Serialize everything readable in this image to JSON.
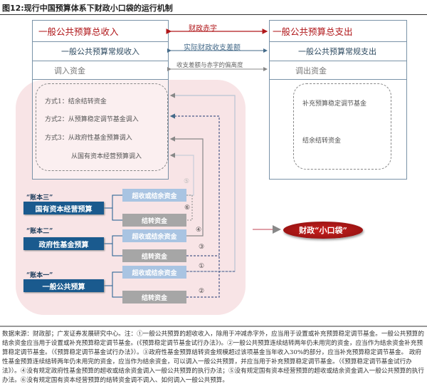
{
  "title": "图12:现行中国预算体系下财政小口袋的运行机制",
  "left_box": {
    "total": "一般公共预算总收入",
    "regular": "一般公共预算常规收入",
    "transfer": "调入资金",
    "modes": [
      "方式1：结余结转资金",
      "方式2：从预算稳定调节基金调入",
      "方式3：从政府性基金预算调入",
      "从国有资本经营预算调入"
    ]
  },
  "right_box": {
    "total": "一般公共预算总支出",
    "regular": "一般公共预算常规支出",
    "transfer": "调出资金",
    "items": [
      "补充预算稳定调节基金",
      "结余结转资金"
    ]
  },
  "middle": {
    "deficit": "财政赤字",
    "gap": "实际财政收支差额",
    "deviation": "收支差额与赤字的偏离度"
  },
  "accounts": [
    {
      "tag": "“账本三”",
      "name": "国有资本经营预算",
      "surplus": "超收或结余资金",
      "carry": "结转资金"
    },
    {
      "tag": "“账本二”",
      "name": "政府性基金预算",
      "surplus": "超收或结余资金",
      "carry": "结转资金"
    },
    {
      "tag": "“账本一”",
      "name": "一般公共预算",
      "surplus": "超收或结余资金",
      "carry": "结转资金"
    }
  ],
  "numbers": {
    "n1": "①",
    "n2": "②",
    "n3": "③",
    "n4": "④",
    "n5": "⑤",
    "n6": "⑥"
  },
  "pocket": "财政“小口袋”",
  "footnote": "数据来源：财政部；广发证券发展研究中心。注：①一般公共预算的超收收入，除用于冲减赤字外，应当用于设置或补充预算稳定调节基金。一般公共预算的结余资金应当用于设置或补充预算稳定调节基金。(《预算稳定调节基金试行办法》)。②一般公共预算连续结转两年仍未用完的资金，应当作为结余资金补充预算稳定调节基金。（《预算稳定调节基金试行办法》）。③政府性基金预算结转资金规模超过该项基金当年收入30%的部分，应当补充预算稳定调节基金。 政府性基金预算连续结转两年仍未用完的资金，应当作为结余资金，可以调入一般公共预算，并应当用于补充预算稳定调节基金。（《预算稳定调节基金试行办法》）。④没有规定政府性基金预算的超收或结余资金调入一般公共预算的执行办法；⑤没有规定国有资本经营预算的超收或结余资金调入一般公共预算的执行办法。⑥没有规定国有资本经营预算的结转资金调不调入、如何调入一般公共预算。"
}
